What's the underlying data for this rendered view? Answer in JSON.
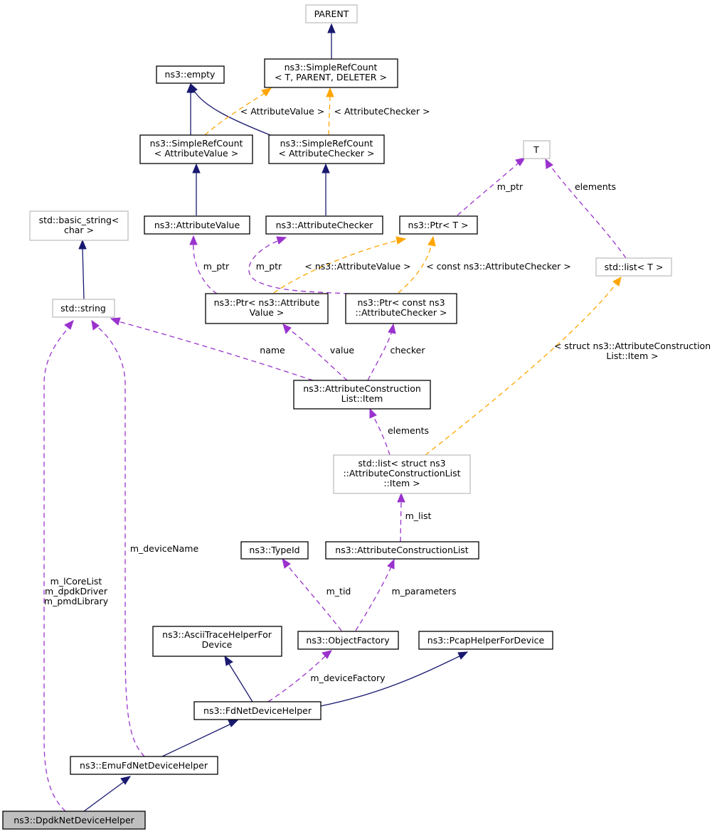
{
  "nodes": {
    "parent": {
      "lines": [
        "PARENT"
      ]
    },
    "simple_ref_count": {
      "lines": [
        "ns3::SimpleRefCount",
        "< T, PARENT, DELETER >"
      ]
    },
    "empty": {
      "lines": [
        "ns3::empty"
      ]
    },
    "srcount_attr_value": {
      "lines": [
        "ns3::SimpleRefCount",
        "< AttributeValue >"
      ]
    },
    "srcount_attr_checker": {
      "lines": [
        "ns3::SimpleRefCount",
        "< AttributeChecker >"
      ]
    },
    "t": {
      "lines": [
        "T"
      ]
    },
    "basic_string": {
      "lines": [
        "std::basic_string<",
        "char >"
      ]
    },
    "attribute_value": {
      "lines": [
        "ns3::AttributeValue"
      ]
    },
    "attribute_checker": {
      "lines": [
        "ns3::AttributeChecker"
      ]
    },
    "ptr_t": {
      "lines": [
        "ns3::Ptr< T >"
      ]
    },
    "list_t": {
      "lines": [
        "std::list< T >"
      ]
    },
    "std_string": {
      "lines": [
        "std::string"
      ]
    },
    "ptr_attr_value": {
      "lines": [
        "ns3::Ptr< ns3::Attribute",
        "Value >"
      ]
    },
    "ptr_attr_checker": {
      "lines": [
        "ns3::Ptr< const ns3",
        "::AttributeChecker >"
      ]
    },
    "acl_item": {
      "lines": [
        "ns3::AttributeConstruction",
        "List::Item"
      ]
    },
    "list_acl_item": {
      "lines": [
        "std::list< struct ns3",
        "::AttributeConstructionList",
        "::Item >"
      ]
    },
    "type_id": {
      "lines": [
        "ns3::TypeId"
      ]
    },
    "acl": {
      "lines": [
        "ns3::AttributeConstructionList"
      ]
    },
    "ascii_trace": {
      "lines": [
        "ns3::AsciiTraceHelperFor",
        "Device"
      ]
    },
    "object_factory": {
      "lines": [
        "ns3::ObjectFactory"
      ]
    },
    "pcap_helper": {
      "lines": [
        "ns3::PcapHelperForDevice"
      ]
    },
    "fd_helper": {
      "lines": [
        "ns3::FdNetDeviceHelper"
      ]
    },
    "emu_helper": {
      "lines": [
        "ns3::EmuFdNetDeviceHelper"
      ]
    },
    "dpdk_helper": {
      "lines": [
        "ns3::DpdkNetDeviceHelper"
      ]
    }
  },
  "edge_labels": {
    "tpl_attr_value": [
      "< AttributeValue >"
    ],
    "tpl_attr_checker": [
      "< AttributeChecker >"
    ],
    "ptr_t_m_ptr": [
      "m_ptr"
    ],
    "list_t_elements": [
      "elements"
    ],
    "ptr_av_m_ptr": [
      "m_ptr"
    ],
    "ptr_ac_m_ptr": [
      "m_ptr"
    ],
    "tpl_ns3_attr_value": [
      "< ns3::AttributeValue >"
    ],
    "tpl_const_attr_checker": [
      "< const ns3::AttributeChecker >"
    ],
    "name": [
      "name"
    ],
    "value": [
      "value"
    ],
    "checker": [
      "checker"
    ],
    "tpl_struct_item": [
      "< struct ns3::AttributeConstruction",
      "List::Item >"
    ],
    "elements": [
      "elements"
    ],
    "m_list": [
      "m_list"
    ],
    "m_device_name": [
      "m_deviceName"
    ],
    "core_list": [
      "m_lCoreList",
      "m_dpdkDriver",
      "m_pmdLibrary"
    ],
    "m_tid": [
      "m_tid"
    ],
    "m_parameters": [
      "m_parameters"
    ],
    "m_device_factory": [
      "m_deviceFactory"
    ]
  },
  "colors": {
    "inheritance": "#191970",
    "usage": "#9a32cd",
    "template": "#ffa500",
    "external_border": "#bfbfbf",
    "focus_fill": "#bfbfbf"
  }
}
